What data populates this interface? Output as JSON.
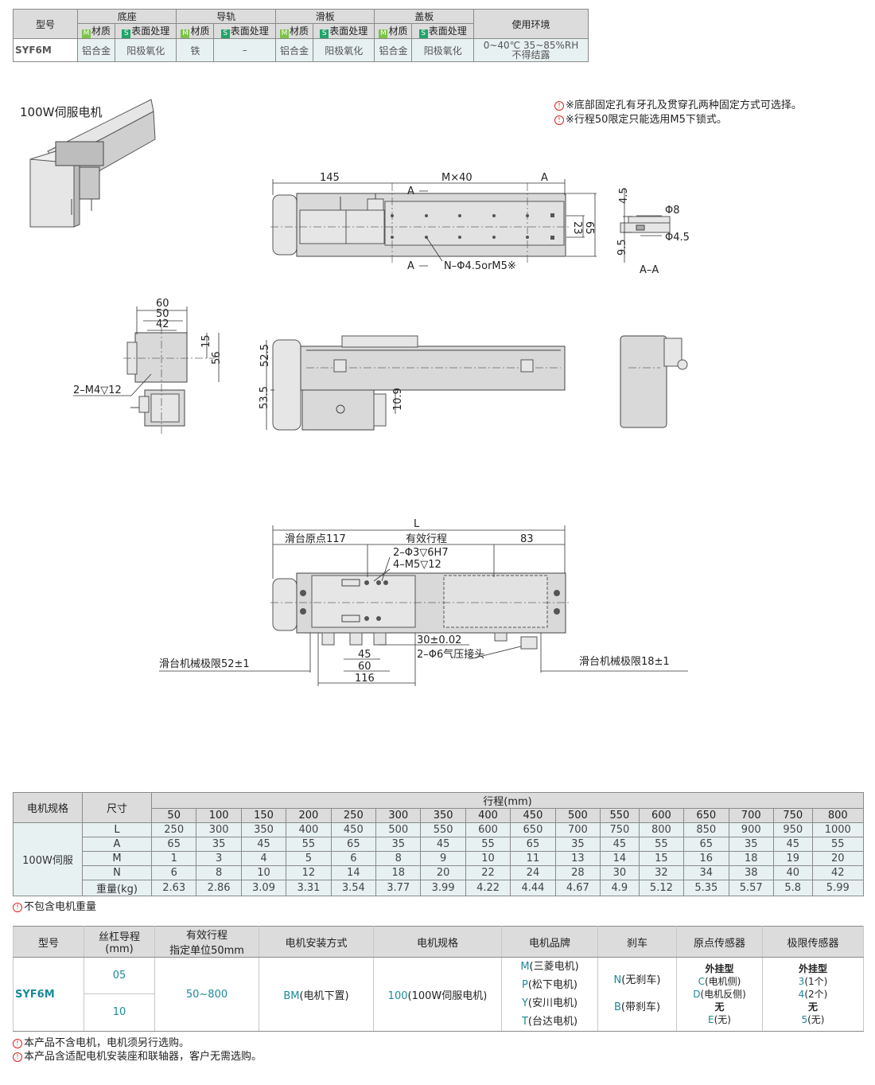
{
  "spec": {
    "model_header": "型号",
    "groups": [
      "底座",
      "导轨",
      "滑板",
      "盖板"
    ],
    "env_header": "使用环境",
    "m_label": "材质",
    "s_label": "表面处理",
    "m_tag": "M",
    "s_tag": "S",
    "model": "SYF6M",
    "values": [
      "铝合金",
      "阳极氧化",
      "铁",
      "–",
      "铝合金",
      "阳极氧化",
      "铝合金",
      "阳极氧化"
    ],
    "env_line1": "0~40℃  35~85%RH",
    "env_line2": "不得结露"
  },
  "figure": {
    "motor_caption": "100W伺服电机",
    "note1": "※底部固定孔有牙孔及贯穿孔两种固定方式可选择。",
    "note2": "※行程50限定只能选用M5下锁式。",
    "dim_145": "145",
    "dim_mx40": "M×40",
    "dim_A": "A",
    "sec_A1": "A",
    "sec_A2": "A",
    "hole": "N–Φ4.5orM5※",
    "dim_23": "23",
    "dim_65": "65",
    "dim_45": "4.5",
    "dim_95": "9.5",
    "phi8": "Φ8",
    "phi45": "Φ4.5",
    "aa": "A–A",
    "d60": "60",
    "d50": "50",
    "d42": "42",
    "d15": "15",
    "d56": "56",
    "m4": "2–M4▽12",
    "d525": "52.5",
    "d535": "53.5",
    "d109": "10.9",
    "L": "L",
    "origin": "滑台原点117",
    "eff": "有效行程",
    "d83": "83",
    "phi3": "2–Φ3▽6H7",
    "m5": "4–M5▽12",
    "d30": "30±0.02",
    "air": "2–Φ6气压接头",
    "d45b": "45",
    "d60b": "60",
    "d116": "116",
    "limit52": "滑台机械极限52±1",
    "limit18": "滑台机械极限18±1"
  },
  "stroke": {
    "h_motor": "电机规格",
    "h_size": "尺寸",
    "h_stroke": "行程(mm)",
    "strokes": [
      "50",
      "100",
      "150",
      "200",
      "250",
      "300",
      "350",
      "400",
      "450",
      "500",
      "550",
      "600",
      "650",
      "700",
      "750",
      "800"
    ],
    "motor": "100W伺服",
    "rows": [
      {
        "label": "L",
        "values": [
          "250",
          "300",
          "350",
          "400",
          "450",
          "500",
          "550",
          "600",
          "650",
          "700",
          "750",
          "800",
          "850",
          "900",
          "950",
          "1000"
        ]
      },
      {
        "label": "A",
        "values": [
          "65",
          "35",
          "45",
          "55",
          "65",
          "35",
          "45",
          "55",
          "65",
          "35",
          "45",
          "55",
          "65",
          "35",
          "45",
          "55"
        ]
      },
      {
        "label": "M",
        "values": [
          "1",
          "3",
          "4",
          "5",
          "6",
          "8",
          "9",
          "10",
          "11",
          "13",
          "14",
          "15",
          "16",
          "18",
          "19",
          "20"
        ]
      },
      {
        "label": "N",
        "values": [
          "6",
          "8",
          "10",
          "12",
          "14",
          "18",
          "20",
          "22",
          "24",
          "28",
          "30",
          "32",
          "34",
          "38",
          "40",
          "42"
        ]
      },
      {
        "label": "重量(kg)",
        "values": [
          "2.63",
          "2.86",
          "3.09",
          "3.31",
          "3.54",
          "3.77",
          "3.99",
          "4.22",
          "4.44",
          "4.67",
          "4.9",
          "5.12",
          "5.35",
          "5.57",
          "5.8",
          "5.99"
        ]
      }
    ],
    "note": "不包含电机重量"
  },
  "order": {
    "headers": [
      "型号",
      "丝杠导程\n(mm)",
      "有效行程\n指定单位50mm",
      "电机安装方式",
      "电机规格",
      "电机品牌",
      "刹车",
      "原点传感器",
      "极限传感器"
    ],
    "model": "SYF6M",
    "lead": [
      "05",
      "10"
    ],
    "stroke": "50~800",
    "mount_code": "BM",
    "mount_text": "(电机下置)",
    "spec_code": "100",
    "spec_text": "(100W伺服电机)",
    "brands": [
      {
        "code": "M",
        "text": "(三菱电机)"
      },
      {
        "code": "P",
        "text": "(松下电机)"
      },
      {
        "code": "Y",
        "text": "(安川电机)"
      },
      {
        "code": "T",
        "text": "(台达电机)"
      }
    ],
    "brakes": [
      {
        "code": "N",
        "text": "(无刹车)"
      },
      {
        "code": "B",
        "text": "(带刹车)"
      }
    ],
    "origin_title": "外挂型",
    "origin_c": "C",
    "origin_c_text": "(电机侧)",
    "origin_d": "D",
    "origin_d_text": "(电机反侧)",
    "origin_none": "无",
    "origin_e": "E",
    "origin_e_text": "(无)",
    "limit_title": "外挂型",
    "limit_3": "3",
    "limit_3_text": "(1个)",
    "limit_4": "4",
    "limit_4_text": "(2个)",
    "limit_none": "无",
    "limit_5": "5",
    "limit_5_text": "(无)",
    "note1": "本产品不含电机，电机须另行选购。",
    "note2": "本产品含适配电机安装座和联轴器，客户无需选购。"
  }
}
